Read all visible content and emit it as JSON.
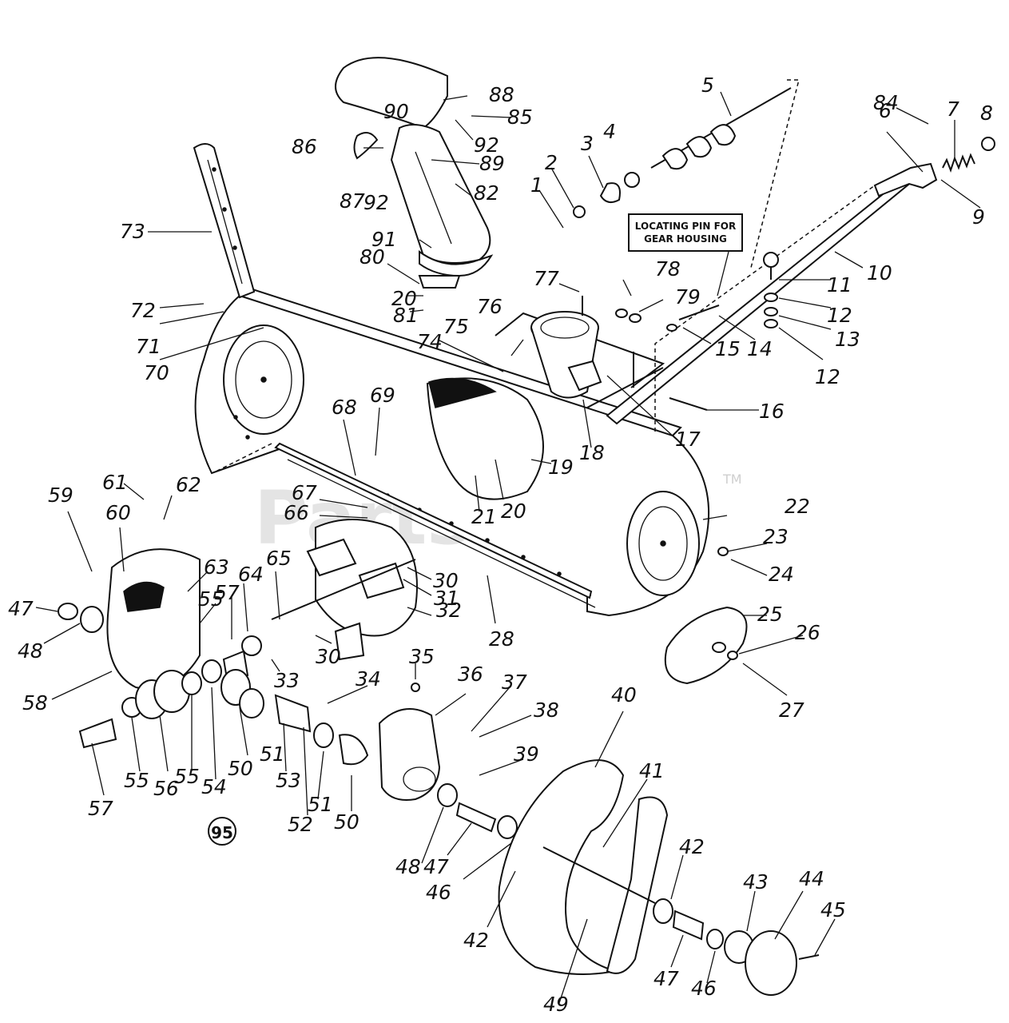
{
  "diagram": {
    "callout_lines": [
      "LOCATING PIN FOR",
      "GEAR HOUSING"
    ],
    "watermark": "PartsTree",
    "trademark": "TM",
    "page_ref": "95",
    "part_labels": {
      "p1": "1",
      "p2": "2",
      "p3": "3",
      "p4": "4",
      "p5": "5",
      "p6": "6",
      "p7": "7",
      "p8": "8",
      "p84": "84",
      "p9": "9",
      "p10": "10",
      "p11": "11",
      "p12a": "12",
      "p12b": "12",
      "p13": "13",
      "p14": "14",
      "p15": "15",
      "p16": "16",
      "p17": "17",
      "p18": "18",
      "p19": "19",
      "p20a": "20",
      "p20b": "20",
      "p21": "21",
      "p22": "22",
      "p23": "23",
      "p24": "24",
      "p25": "25",
      "p26": "26",
      "p27": "27",
      "p28": "28",
      "p30a": "30",
      "p30b": "30",
      "p31": "31",
      "p32": "32",
      "p33": "33",
      "p34": "34",
      "p35": "35",
      "p36": "36",
      "p37": "37",
      "p38": "38",
      "p39": "39",
      "p40": "40",
      "p41": "41",
      "p42a": "42",
      "p42b": "42",
      "p43": "43",
      "p44": "44",
      "p45": "45",
      "p46a": "46",
      "p46b": "46",
      "p47a": "47",
      "p47b": "47",
      "p47c": "47",
      "p48a": "48",
      "p48b": "48",
      "p49": "49",
      "p50a": "50",
      "p50b": "50",
      "p51a": "51",
      "p51b": "51",
      "p52": "52",
      "p53": "53",
      "p54": "54",
      "p55a": "55",
      "p55b": "55",
      "p55c": "55",
      "p56": "56",
      "p57a": "57",
      "p57b": "57",
      "p58": "58",
      "p59": "59",
      "p60": "60",
      "p61": "61",
      "p62": "62",
      "p63": "63",
      "p64": "64",
      "p65": "65",
      "p66": "66",
      "p67": "67",
      "p68": "68",
      "p69": "69",
      "p70": "70",
      "p71": "71",
      "p72": "72",
      "p73": "73",
      "p74": "74",
      "p75": "75",
      "p76": "76",
      "p77": "77",
      "p78": "78",
      "p79": "79",
      "p80": "80",
      "p81": "81",
      "p82": "82",
      "p85": "85",
      "p86": "86",
      "p87": "87",
      "p88": "88",
      "p89": "89",
      "p90": "90",
      "p91": "91",
      "p92a": "92",
      "p92b": "92"
    }
  }
}
